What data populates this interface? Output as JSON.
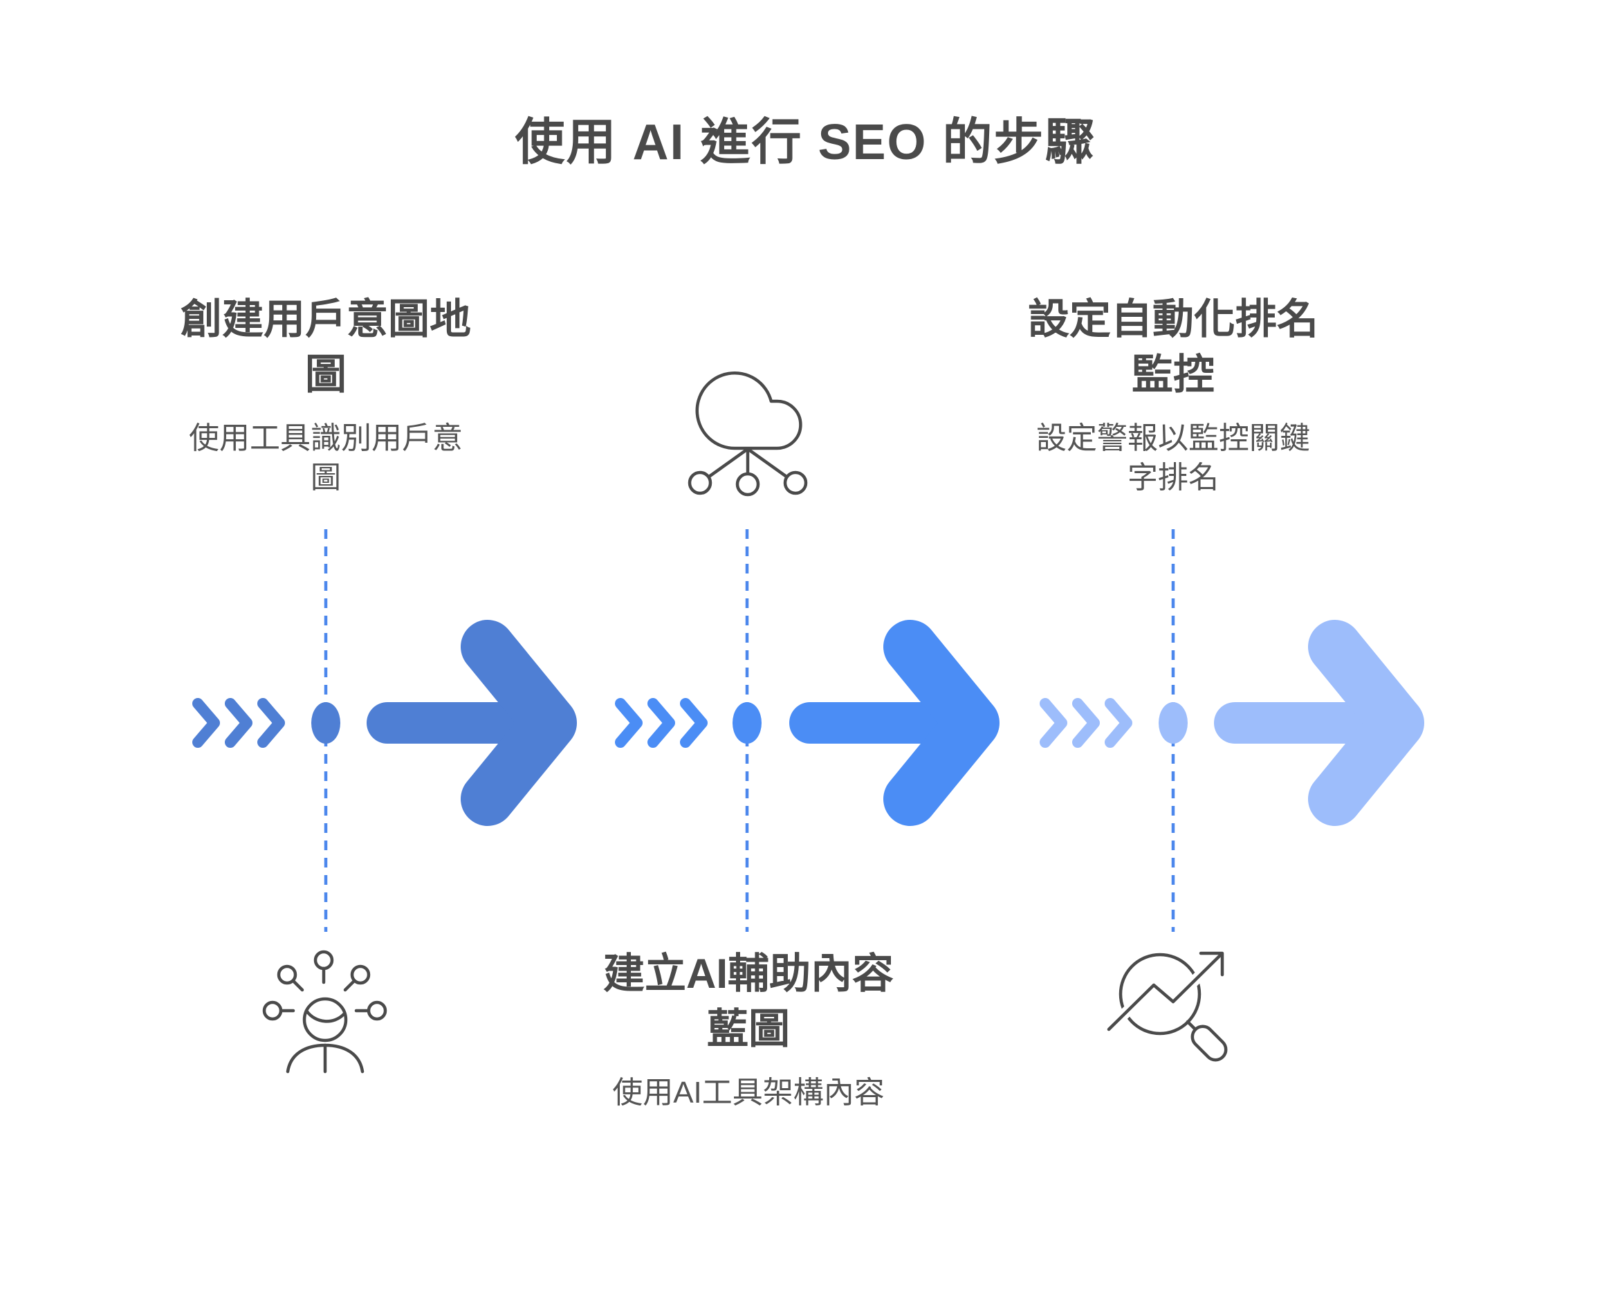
{
  "title": "使用 AI 進行 SEO 的步驟",
  "steps": [
    {
      "id": 1,
      "title": "創建用戶意圖地\n圖",
      "description": "使用工具識別用戶意\n圖",
      "icon": "user-intent-icon",
      "text_position": "top",
      "accent_color": "#4f7fd4"
    },
    {
      "id": 2,
      "title": "建立AI輔助內容\n藍圖",
      "description": "使用AI工具架構內容",
      "icon": "cloud-network-icon",
      "text_position": "bottom",
      "accent_color": "#4b8df5"
    },
    {
      "id": 3,
      "title": "設定自動化排名\n監控",
      "description": "設定警報以監控關鍵\n字排名",
      "icon": "trend-magnifier-icon",
      "text_position": "top",
      "accent_color": "#9dbdfb"
    }
  ],
  "colors": {
    "background": "#ffffff",
    "heading_text": "#4a4a4a",
    "body_text": "#545454",
    "icon_stroke": "#4a4a4a",
    "dashed_line": "#4c87ec",
    "segment1": "#4f7fd4",
    "segment2": "#4b8df5",
    "segment3": "#9dbdfb"
  }
}
